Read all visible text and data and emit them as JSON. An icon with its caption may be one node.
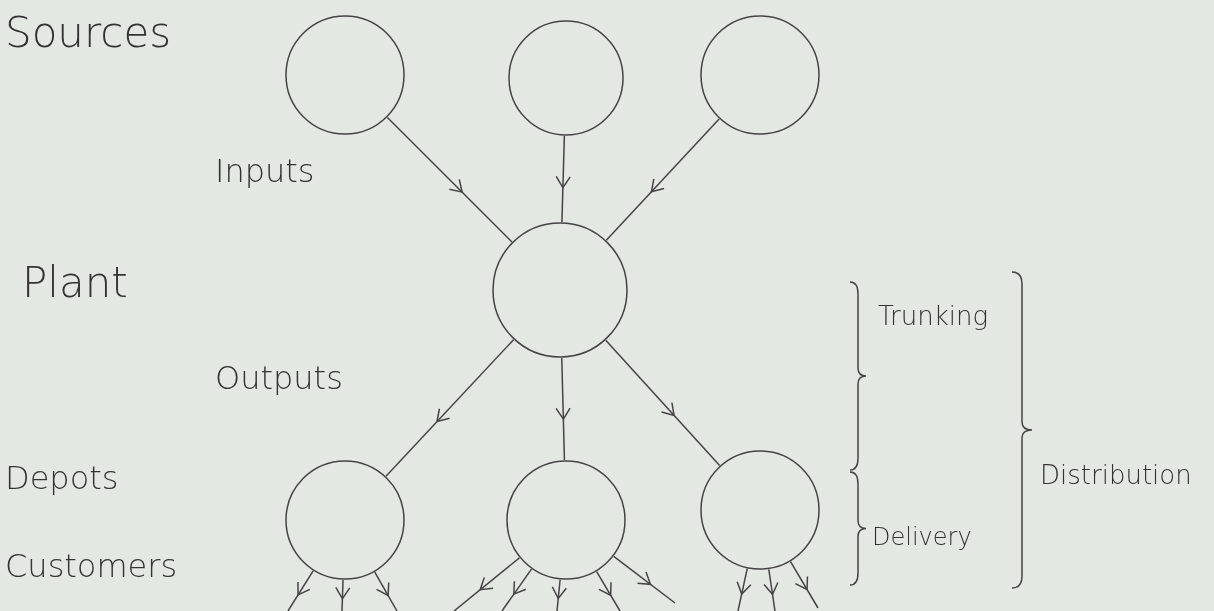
{
  "diagram": {
    "nodes": [
      {
        "text": [],
        "shape": "circle"
      },
      {
        "text": [],
        "shape": "circle"
      },
      {
        "text": [],
        "shape": "circle"
      },
      {
        "text": [],
        "shape": "circle"
      },
      {
        "text": [],
        "shape": "circle"
      },
      {
        "text": [],
        "shape": "circle"
      },
      {
        "text": [],
        "shape": "circle"
      }
    ],
    "edges": [
      {
        "from": 0,
        "to": 3,
        "arrow": "to"
      },
      {
        "from": 1,
        "to": 3,
        "arrow": "to"
      },
      {
        "from": 2,
        "to": 3,
        "arrow": "to"
      },
      {
        "from": 3,
        "to": 4,
        "arrow": "to"
      },
      {
        "from": 3,
        "to": 5,
        "arrow": "to"
      },
      {
        "from": 3,
        "to": 6,
        "arrow": "to"
      },
      {
        "from": 4,
        "to": null,
        "arrow": "to"
      },
      {
        "from": 4,
        "to": null,
        "arrow": "to"
      },
      {
        "from": 4,
        "to": null,
        "arrow": "to"
      },
      {
        "from": 5,
        "to": null,
        "arrow": "to"
      },
      {
        "from": 5,
        "to": null,
        "arrow": "to"
      },
      {
        "from": 5,
        "to": null,
        "arrow": "to"
      },
      {
        "from": 5,
        "to": null,
        "arrow": "to"
      },
      {
        "from": 5,
        "to": null,
        "arrow": "to"
      },
      {
        "from": 6,
        "to": null,
        "arrow": "to"
      },
      {
        "from": 6,
        "to": null,
        "arrow": "to"
      },
      {
        "from": 6,
        "to": null,
        "arrow": "to"
      }
    ],
    "labels": [
      "Sources",
      "Inputs",
      "Plant",
      "Outputs",
      "Trunking",
      "Distribution",
      "Depots",
      "Delivery",
      "Customers"
    ]
  }
}
